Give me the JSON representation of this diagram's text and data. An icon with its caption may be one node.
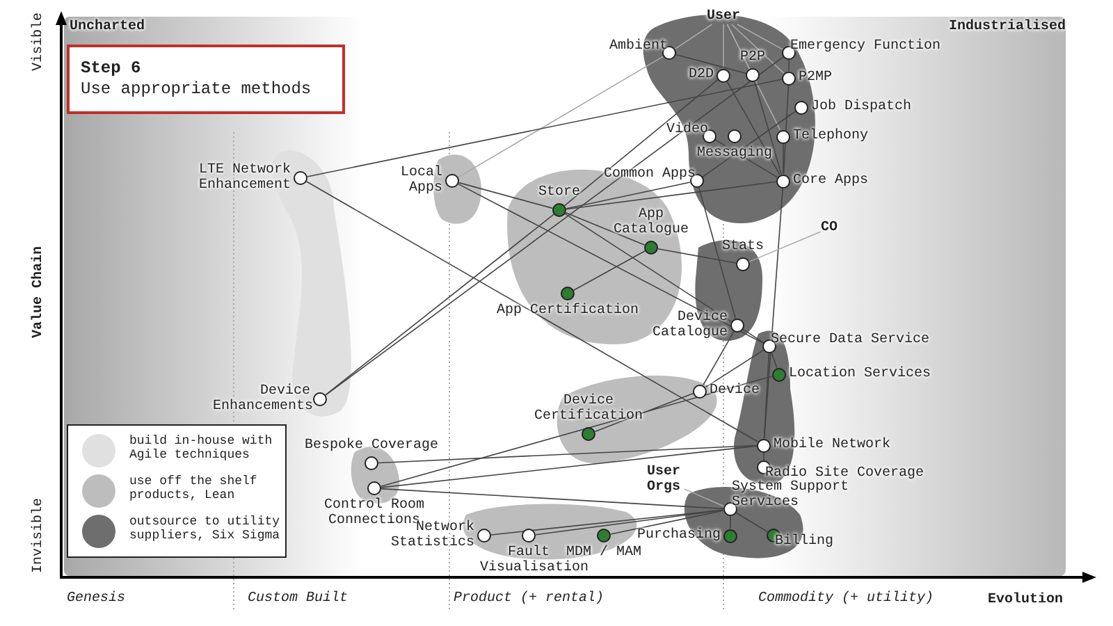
{
  "diagram": {
    "nodes": [
      {
        "text": [
          "Step 6",
          "Use appropriate methods"
        ]
      },
      {
        "text": [
          "User"
        ]
      },
      {
        "text": [
          "Ambient"
        ]
      },
      {
        "text": [
          "Emergency Function"
        ]
      },
      {
        "text": [
          "D2D"
        ]
      },
      {
        "text": [
          "P2P"
        ]
      },
      {
        "text": [
          "P2MP"
        ]
      },
      {
        "text": [
          "Job Dispatch"
        ]
      },
      {
        "text": [
          "Video"
        ]
      },
      {
        "text": [
          "Messaging"
        ]
      },
      {
        "text": [
          "Telephony"
        ]
      },
      {
        "text": [
          "Common Apps"
        ]
      },
      {
        "text": [
          "Core Apps"
        ]
      },
      {
        "text": [
          "LTE Network Enhancement"
        ]
      },
      {
        "text": [
          "Local Apps"
        ]
      },
      {
        "text": [
          "Store"
        ]
      },
      {
        "text": [
          "App Catalogue"
        ]
      },
      {
        "text": [
          "Stats"
        ]
      },
      {
        "text": [
          "App Certification"
        ]
      },
      {
        "text": [
          "Device Catalogue"
        ]
      },
      {
        "text": [
          "Secure Data Service"
        ]
      },
      {
        "text": [
          "Location Services"
        ]
      },
      {
        "text": [
          "Device Enhancements"
        ]
      },
      {
        "text": [
          "Device"
        ]
      },
      {
        "text": [
          "Device Certification"
        ]
      },
      {
        "text": [
          "Bespoke Coverage"
        ]
      },
      {
        "text": [
          "Mobile Network"
        ]
      },
      {
        "text": [
          "Control Room Connections"
        ]
      },
      {
        "text": [
          "Radio Site Coverage"
        ]
      },
      {
        "text": [
          "System Support Services"
        ]
      },
      {
        "text": [
          "Network Statistics"
        ]
      },
      {
        "text": [
          "Fault Visualisation"
        ]
      },
      {
        "text": [
          "MDM / MAM"
        ]
      },
      {
        "text": [
          "Purchasing"
        ]
      },
      {
        "text": [
          "Billing"
        ]
      },
      {
        "text": [
          "CO"
        ]
      },
      {
        "text": [
          "User Orgs"
        ]
      }
    ],
    "edges": [
      {
        "from": 1,
        "to": 2,
        "arrow": "none",
        "color": "#aaaaaa"
      },
      {
        "from": 1,
        "to": 4,
        "arrow": "none",
        "color": "#aaaaaa"
      },
      {
        "from": 1,
        "to": 5,
        "arrow": "none",
        "color": "#aaaaaa"
      },
      {
        "from": 1,
        "to": 3,
        "arrow": "none",
        "color": "#aaaaaa"
      },
      {
        "from": 1,
        "to": 6,
        "arrow": "none",
        "color": "#aaaaaa"
      },
      {
        "from": 1,
        "to": 10,
        "arrow": "none",
        "color": "#aaaaaa"
      },
      {
        "from": 2,
        "to": 5,
        "arrow": "none"
      },
      {
        "from": 2,
        "to": 14,
        "arrow": "none",
        "color": "#aaaaaa"
      },
      {
        "from": 6,
        "to": 13,
        "arrow": "none"
      },
      {
        "from": 4,
        "to": 15,
        "arrow": "none"
      },
      {
        "from": 3,
        "to": 22,
        "arrow": "none"
      },
      {
        "from": 4,
        "to": 12,
        "arrow": "none"
      },
      {
        "from": 5,
        "to": 12,
        "arrow": "none"
      },
      {
        "from": 6,
        "to": 12,
        "arrow": "none"
      },
      {
        "from": 3,
        "to": 6,
        "arrow": "none"
      },
      {
        "from": 7,
        "to": 11,
        "arrow": "none"
      },
      {
        "from": 8,
        "to": 12,
        "arrow": "none"
      },
      {
        "from": 10,
        "to": 12,
        "arrow": "none"
      },
      {
        "from": 11,
        "to": 15,
        "arrow": "none"
      },
      {
        "from": 12,
        "to": 15,
        "arrow": "none"
      },
      {
        "from": 11,
        "to": 19,
        "arrow": "none"
      },
      {
        "from": 12,
        "to": 26,
        "arrow": "none"
      },
      {
        "from": 15,
        "to": 16,
        "arrow": "none"
      },
      {
        "from": 15,
        "to": 20,
        "arrow": "none"
      },
      {
        "from": 15,
        "to": 22,
        "arrow": "none"
      },
      {
        "from": 14,
        "to": 15,
        "arrow": "none"
      },
      {
        "from": 14,
        "to": 20,
        "arrow": "none"
      },
      {
        "from": 13,
        "to": 26,
        "arrow": "none"
      },
      {
        "from": 16,
        "to": 17,
        "arrow": "none"
      },
      {
        "from": 16,
        "to": 18,
        "arrow": "none"
      },
      {
        "from": 35,
        "to": 17,
        "arrow": "none",
        "color": "#aaaaaa"
      },
      {
        "from": 19,
        "to": 23,
        "arrow": "none"
      },
      {
        "from": 20,
        "to": 23,
        "arrow": "none"
      },
      {
        "from": 23,
        "to": 24,
        "arrow": "none"
      },
      {
        "from": 20,
        "to": 21,
        "arrow": "none"
      },
      {
        "from": 20,
        "to": 26,
        "arrow": "none"
      },
      {
        "from": 26,
        "to": 28,
        "arrow": "none"
      },
      {
        "from": 25,
        "to": 26,
        "arrow": "none"
      },
      {
        "from": 27,
        "to": 21,
        "arrow": "none"
      },
      {
        "from": 27,
        "to": 26,
        "arrow": "none"
      },
      {
        "from": 27,
        "to": 29,
        "arrow": "none"
      },
      {
        "from": 36,
        "to": 29,
        "arrow": "none",
        "color": "#aaaaaa"
      },
      {
        "from": 30,
        "to": 29,
        "arrow": "none"
      },
      {
        "from": 31,
        "to": 29,
        "arrow": "none"
      },
      {
        "from": 32,
        "to": 29,
        "arrow": "none"
      },
      {
        "from": 29,
        "to": 33,
        "arrow": "none"
      },
      {
        "from": 29,
        "to": 34,
        "arrow": "none"
      }
    ],
    "labels": [
      "Uncharted",
      "Industrialised",
      "Visible",
      "Value Chain",
      "Invisible",
      "Genesis",
      "Custom Built",
      "Product (+ rental)",
      "Commodity (+ utility)",
      "Evolution"
    ],
    "legend": [
      {
        "text": "build in-house with Agile techniques",
        "color": "#e0e0e0"
      },
      {
        "text": "use off the shelf products, Lean",
        "color": "#bdbdbd"
      },
      {
        "text": "outsource to utility suppliers, Six Sigma",
        "color": "#6e6e6e"
      }
    ]
  }
}
